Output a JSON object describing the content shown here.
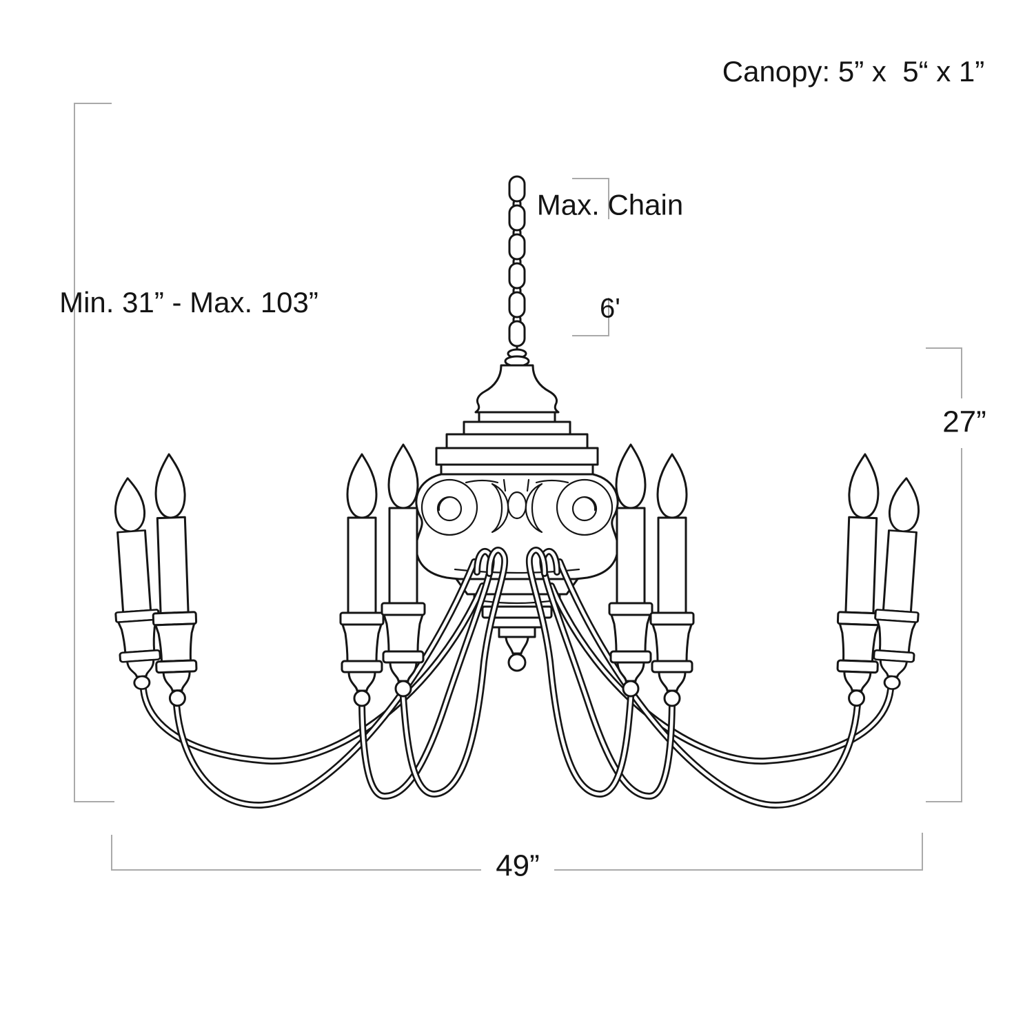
{
  "diagram": {
    "title": "Chandelier dimension diagram",
    "canopy_label": "Canopy: 5” x  5“ x 1”",
    "max_chain_label": "Max. Chain",
    "max_chain_value": "6'",
    "height_range_label": "Min. 31” - Max. 103”",
    "fixture_height_label": "27”",
    "fixture_width_label": "49”",
    "colors": {
      "line": "#151515",
      "dimension": "#a9a9a9",
      "background": "#ffffff"
    }
  }
}
